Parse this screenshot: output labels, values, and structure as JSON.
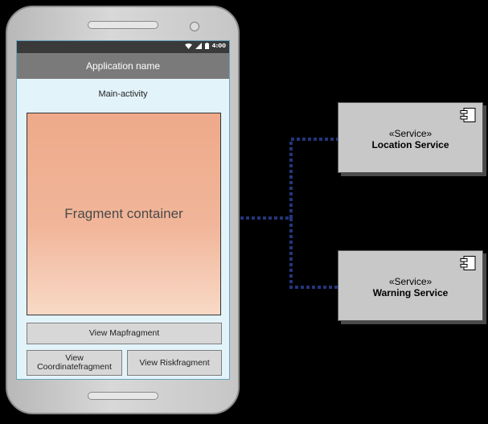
{
  "phone": {
    "status_bar": {
      "clock": "4:00"
    },
    "app_bar": {
      "title": "Application name"
    },
    "activity": {
      "title": "Main-activity"
    },
    "fragment_container": {
      "label": "Fragment container"
    },
    "buttons": {
      "map": "View Mapfragment",
      "coordinate_line1": "View",
      "coordinate_line2": "Coordinatefragment",
      "risk": "View Riskfragment"
    }
  },
  "components": [
    {
      "stereotype": "«Service»",
      "name": "Location Service"
    },
    {
      "stereotype": "«Service»",
      "name": "Warning Service"
    }
  ],
  "colors": {
    "connector": "#23357a",
    "component_fill": "#c8c8c8",
    "fragment_fill": "#f1b599",
    "screen_fill": "#e3f3fa",
    "app_bar": "#7a7a7a"
  },
  "icons": {
    "status": [
      "wifi-icon",
      "signal-icon",
      "battery-icon"
    ],
    "component": "uml-component-icon"
  }
}
